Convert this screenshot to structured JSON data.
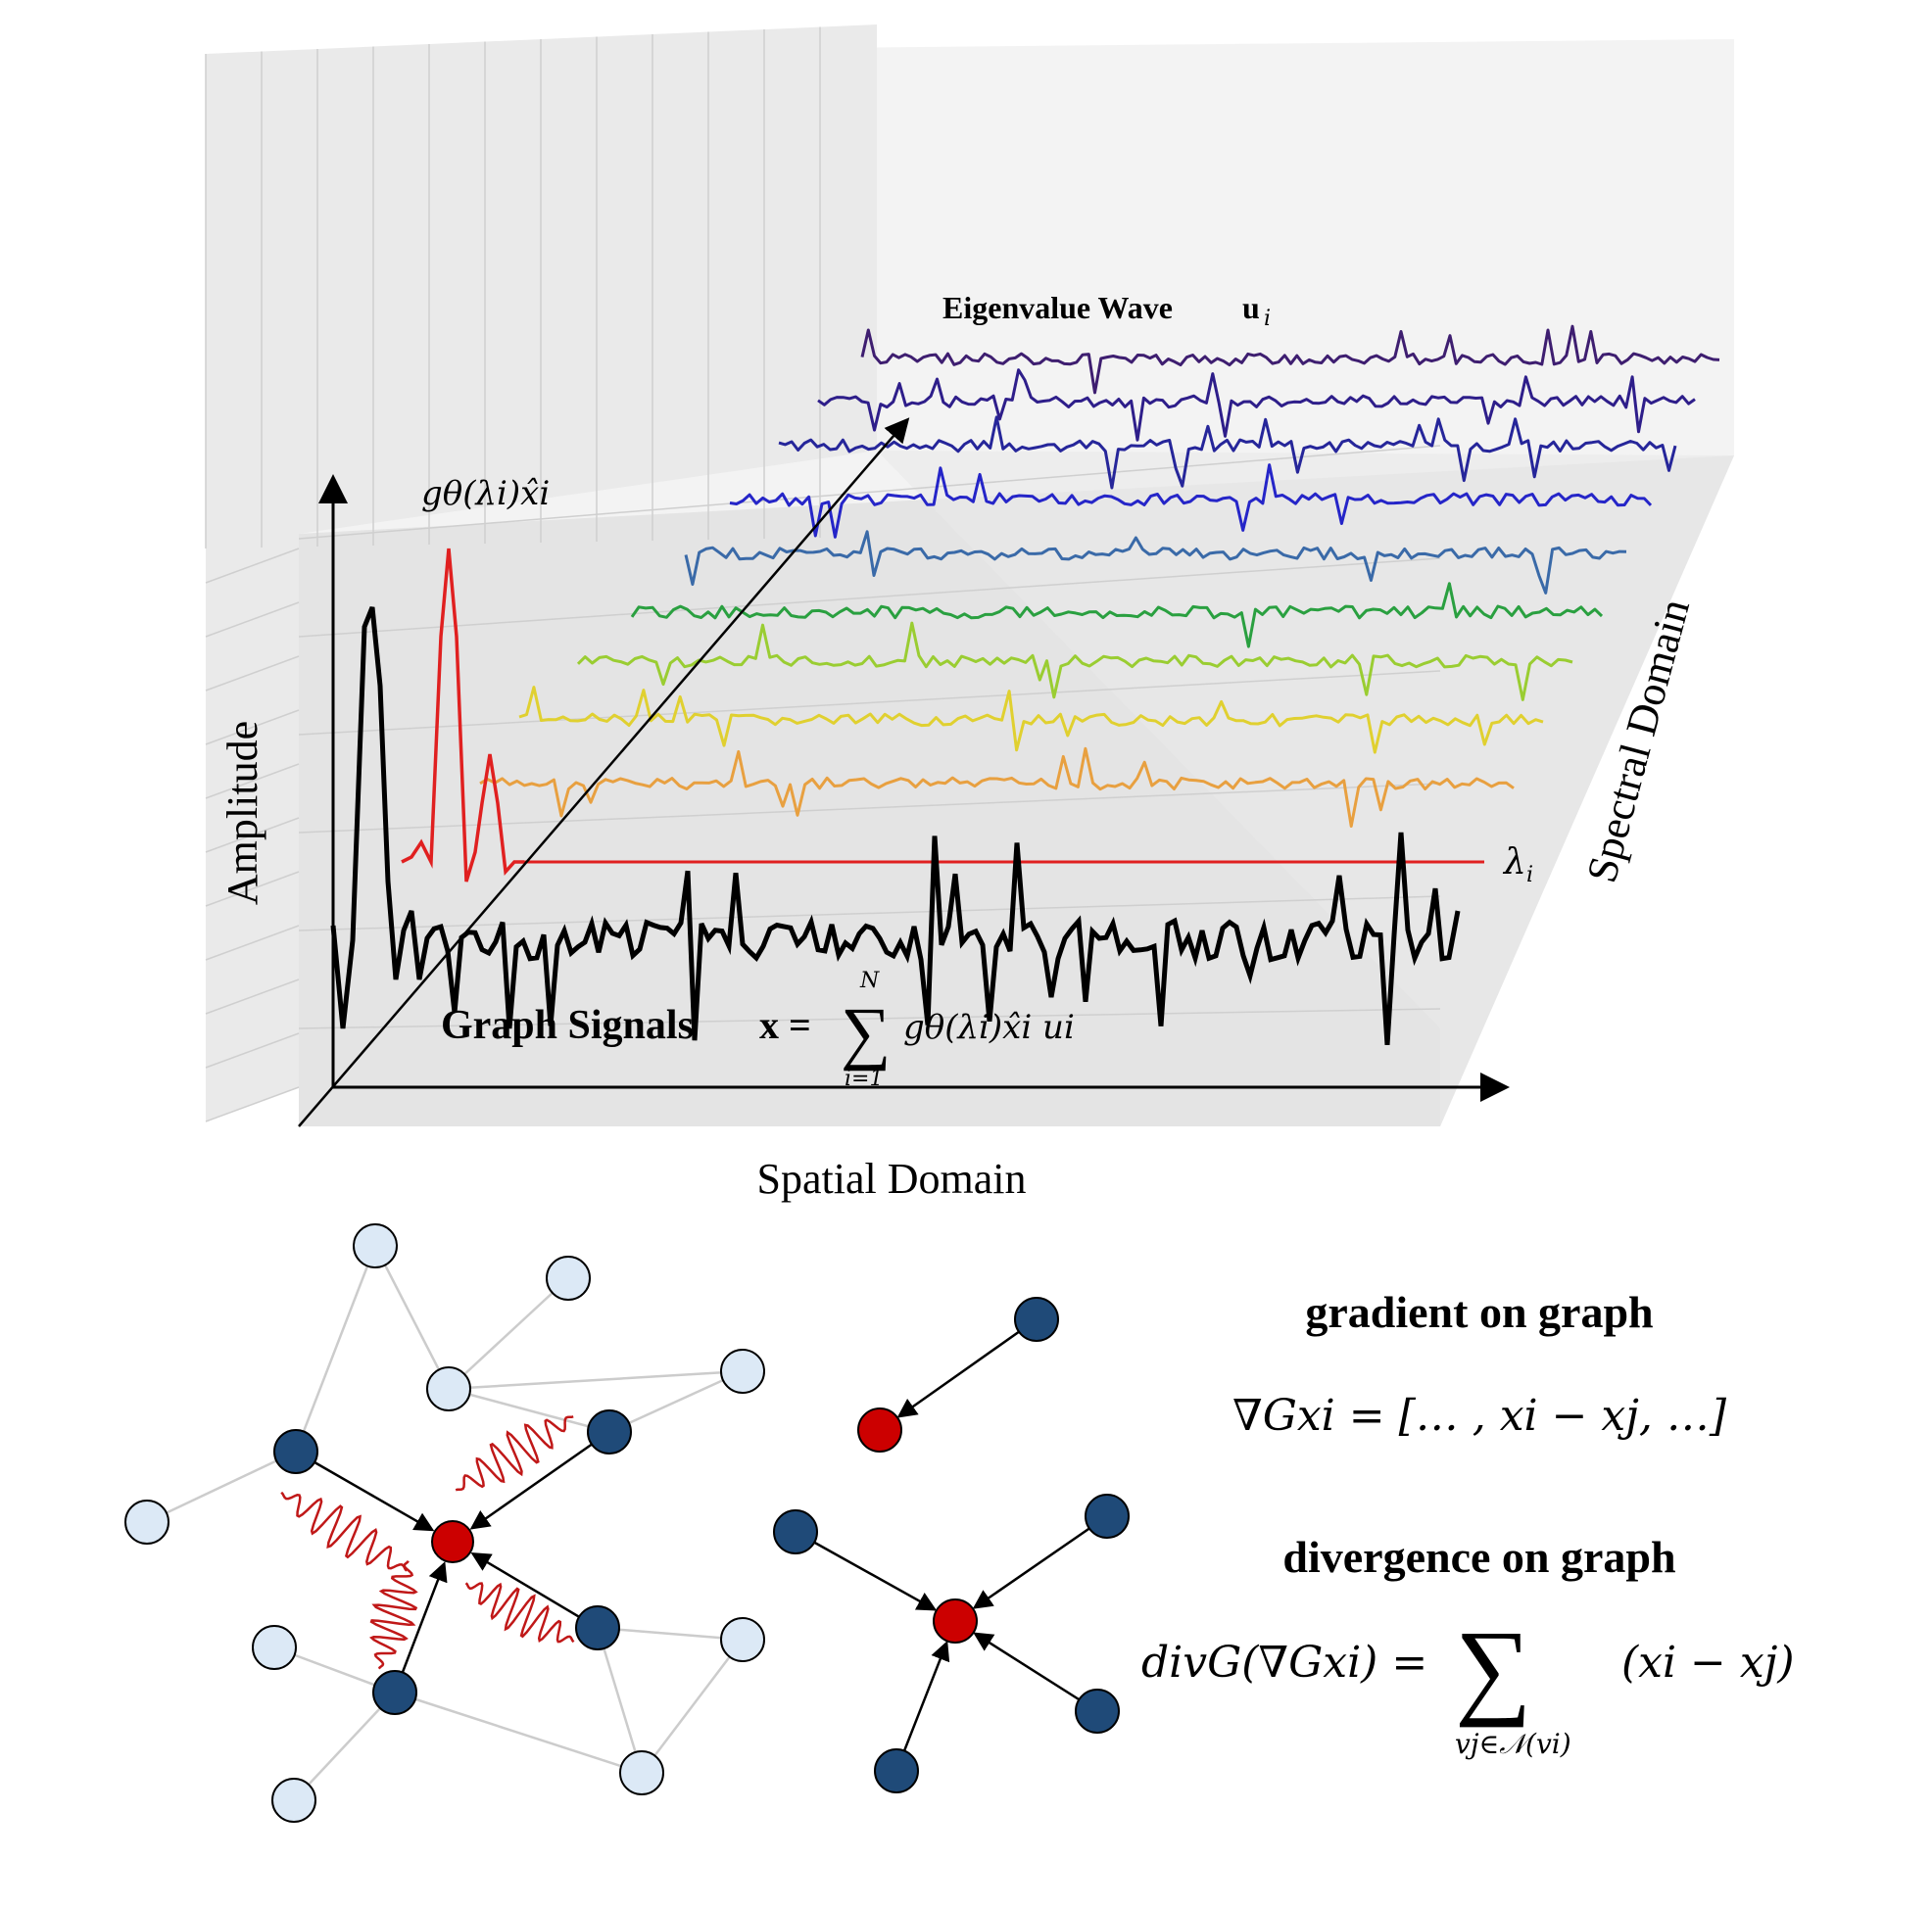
{
  "labels": {
    "amplitude": "Amplitude",
    "spatial_domain": "Spatial Domain",
    "spectral_domain": "Spectral Domain",
    "eigen_title": "Eigenvalue Wave",
    "eigen_symbol": "u",
    "eigen_subscript": "i",
    "filter_expr": "gθ(λi)x̂i",
    "lambda_label": "λ",
    "lambda_subscript": "i",
    "graph_signals_title": "Graph Signals",
    "graph_signals_lhs": "x =",
    "graph_signals_sum_top": "N",
    "graph_signals_sum_bottom": "i=1",
    "graph_signals_rhs": "gθ(λi)x̂i ui"
  },
  "formulas": {
    "gradient_title": "gradient on graph",
    "gradient_expr": "∇Gxi = [… , xi − xj, …]",
    "divergence_title": "divergence on graph",
    "divergence_lhs": "divG(∇Gxi) =",
    "divergence_sum_bottom": "vj∈𝒩(vi)",
    "divergence_rhs": "(xi − xj)"
  },
  "colors": {
    "wave_colors": [
      "#e8a040",
      "#e0d030",
      "#9acd32",
      "#2aa040",
      "#3a6aa8",
      "#2525c8",
      "#26269a",
      "#2e1e8a",
      "#3e1e70"
    ],
    "red_signal": "#e02020",
    "black_signal": "#000000",
    "node_dark": "#1f4a78",
    "node_light": "#dce9f6",
    "node_red": "#cc0000",
    "wavy_red": "#c01818",
    "panel_gray": "#e6e6e6"
  }
}
